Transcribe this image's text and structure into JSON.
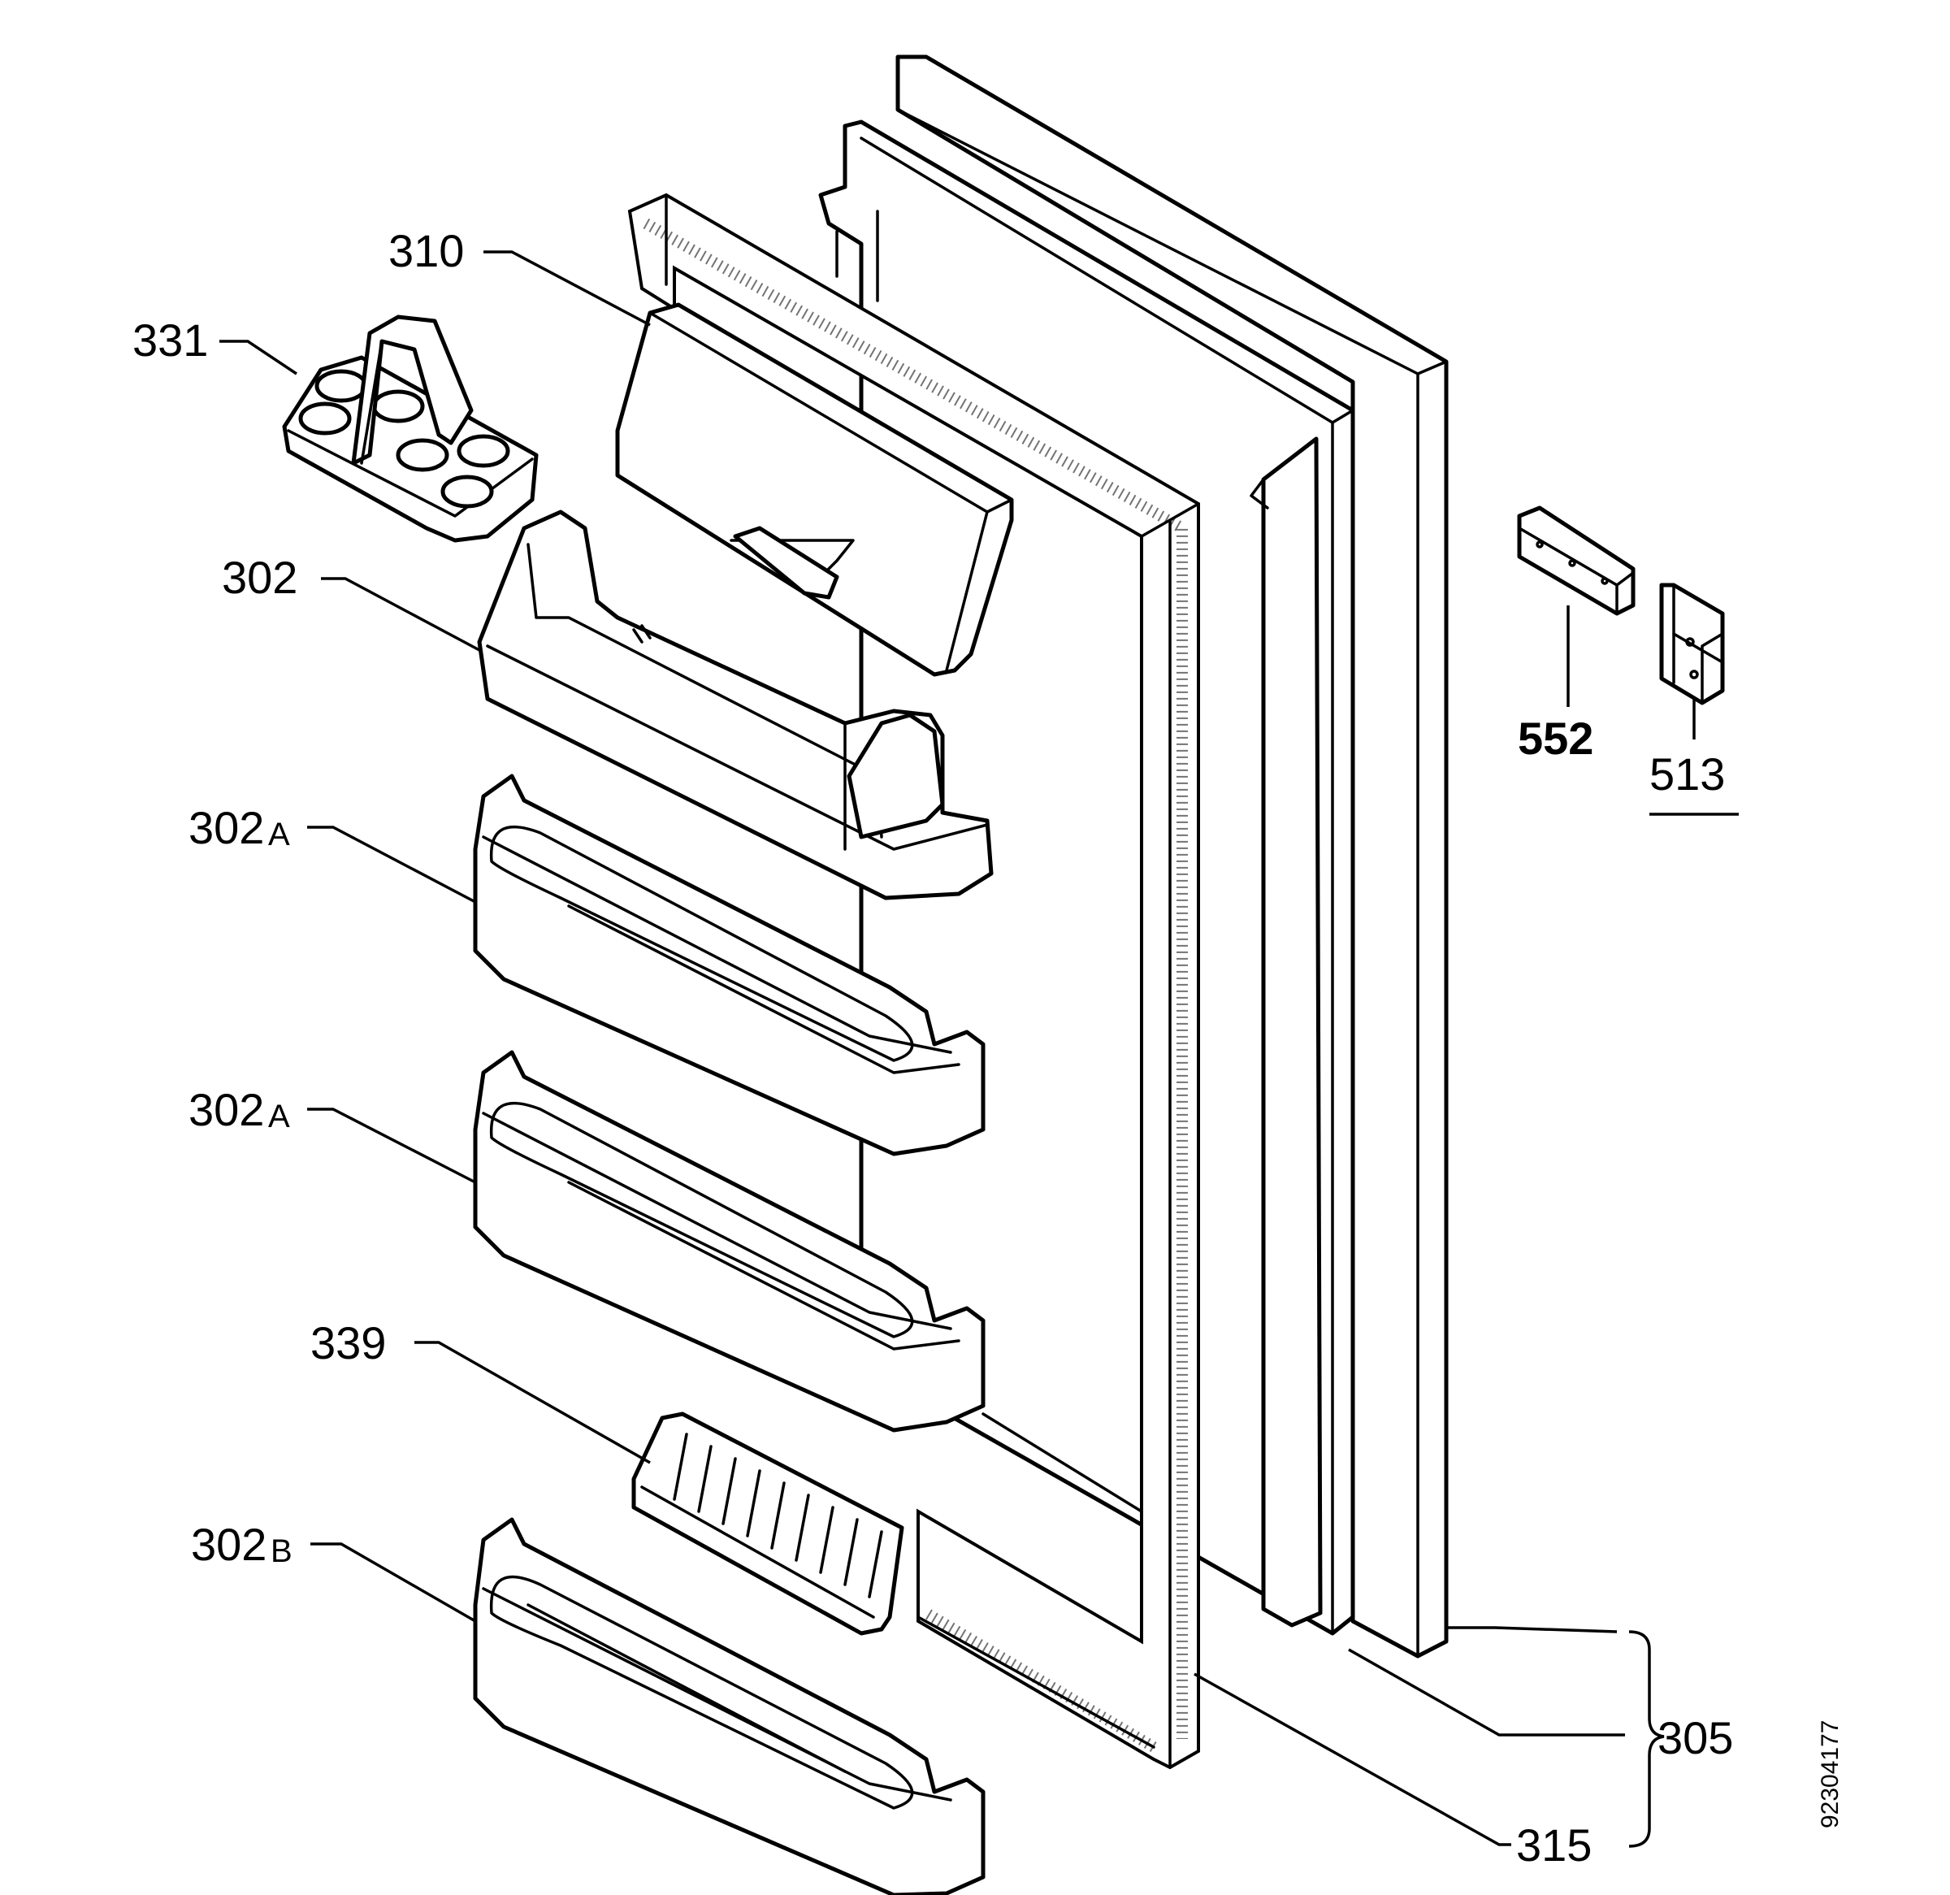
{
  "diagram": {
    "doc_number": "92304177",
    "labels": {
      "p310": "310",
      "p331": "331",
      "p302": "302",
      "p302a_1": "302",
      "p302a_1_suffix": "A",
      "p302a_2": "302",
      "p302a_2_suffix": "A",
      "p339": "339",
      "p302b": "302",
      "p302b_suffix": "B",
      "p552": "552",
      "p513": "513",
      "p305": "305",
      "p315": "315"
    }
  }
}
